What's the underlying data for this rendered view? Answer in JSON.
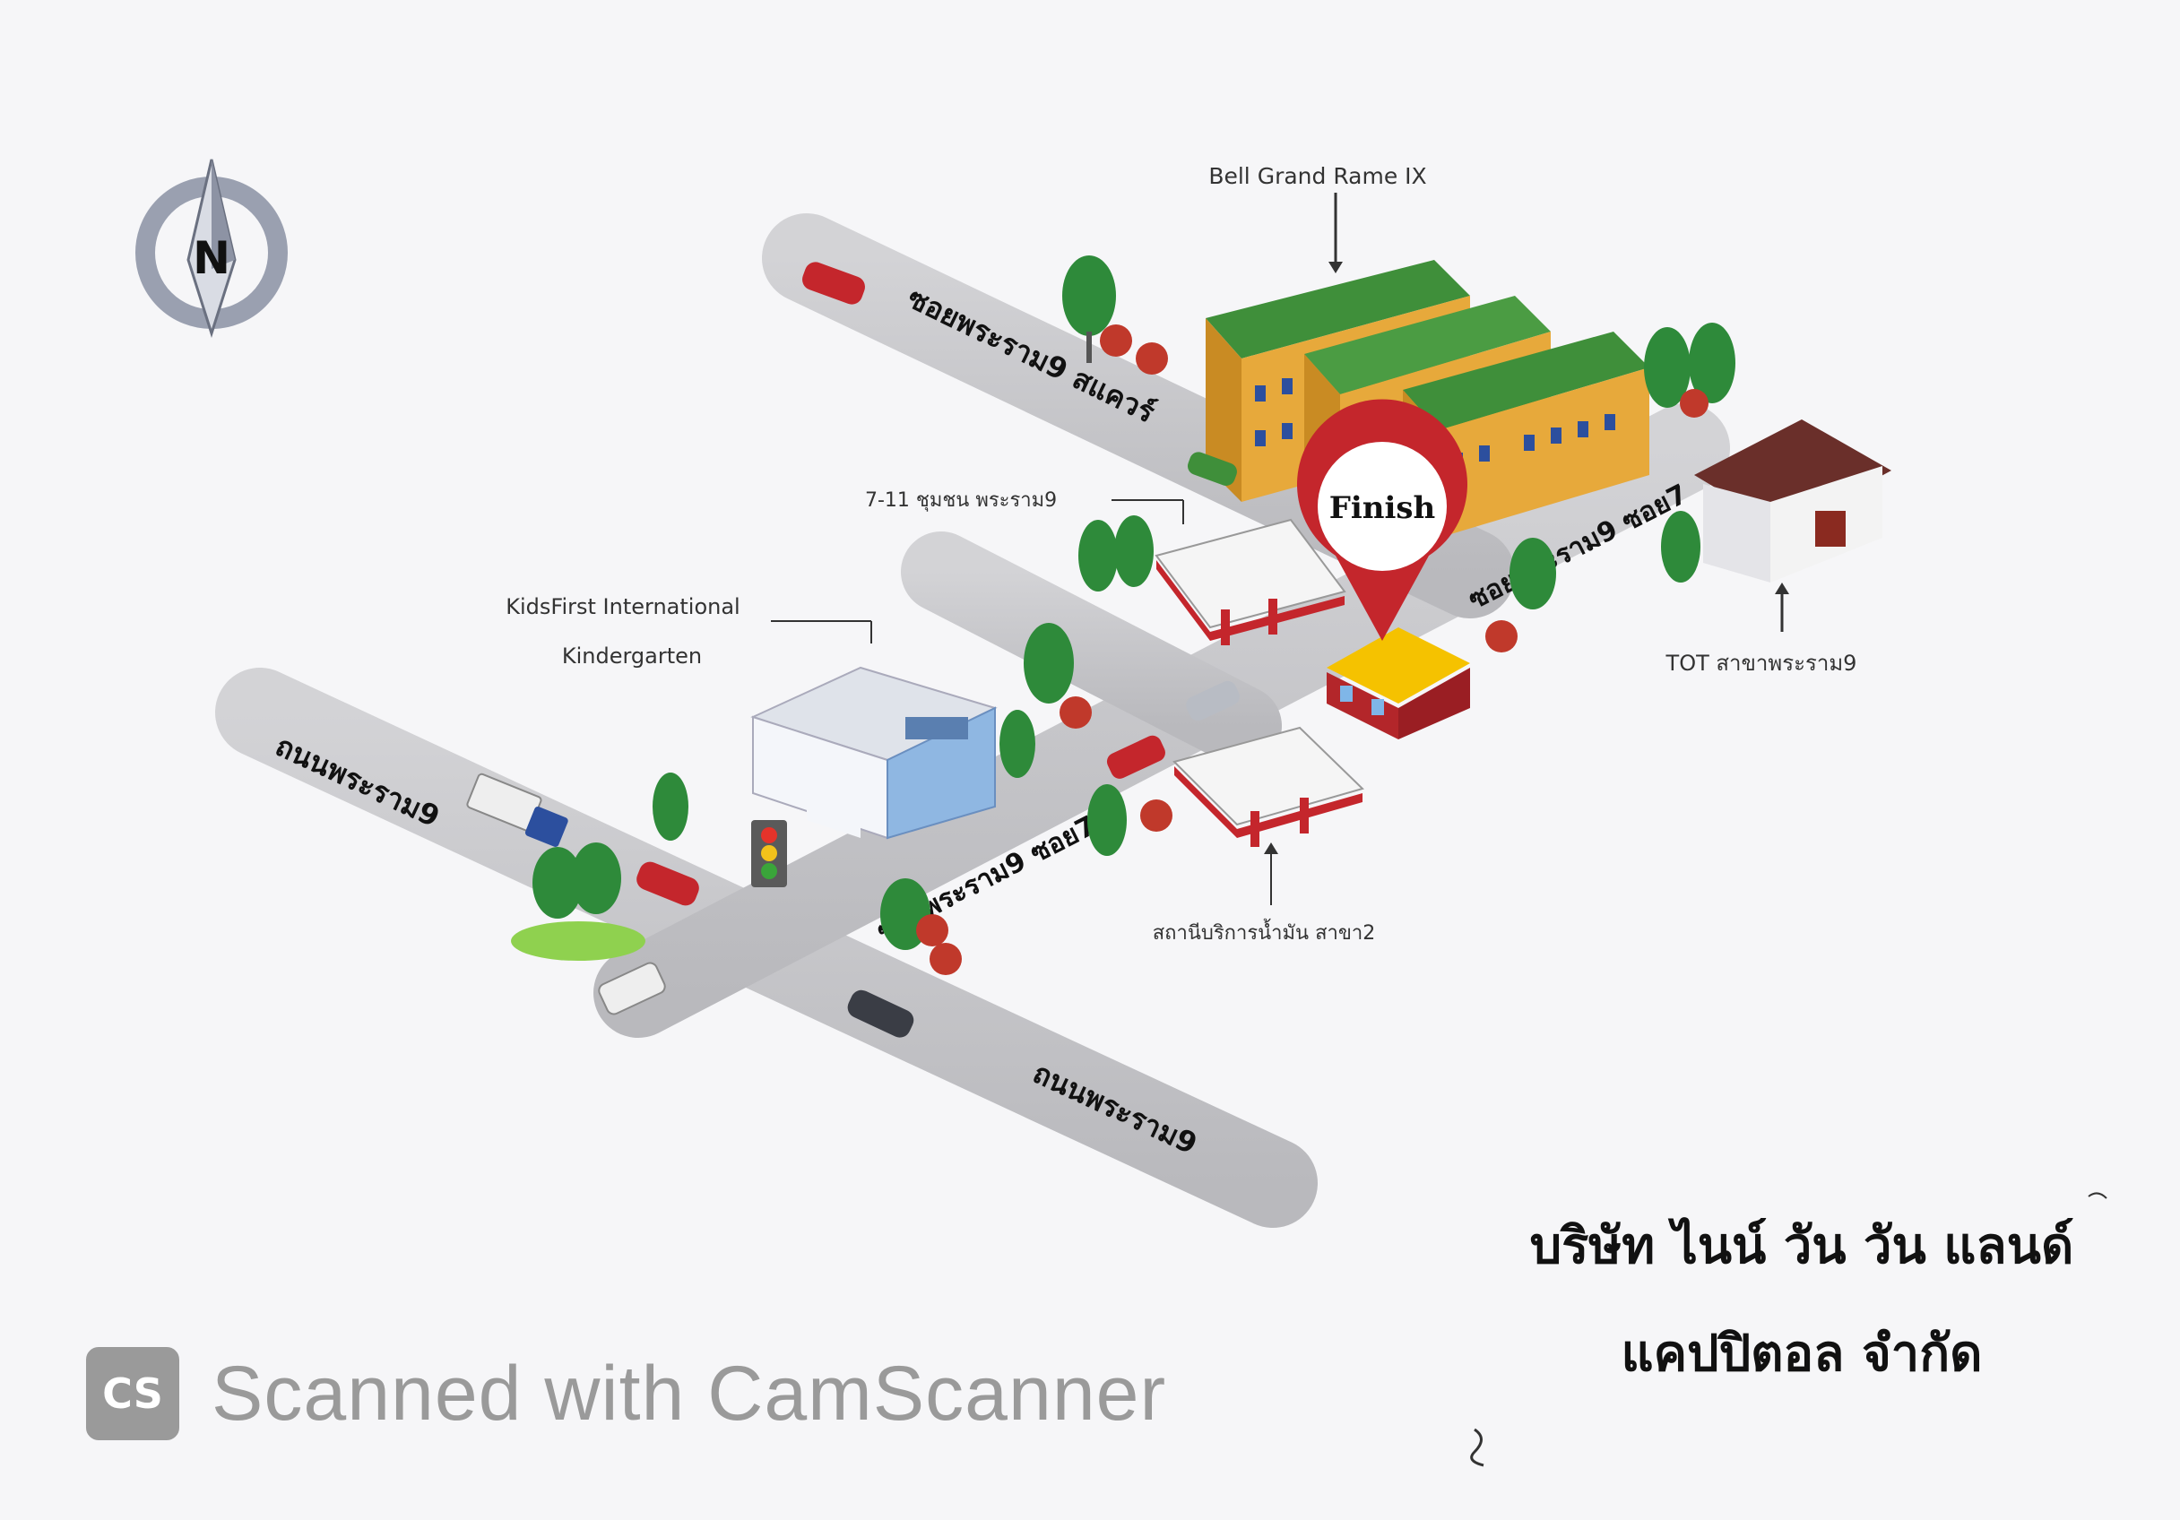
{
  "compass": {
    "letter": "N"
  },
  "roads": {
    "main_upper": "ถนนพระราม9",
    "main_lower": "ถนนพระราม9",
    "soi7_lower": "ซอยพระราม9 ซอย7",
    "soi7_upper": "ซอยพระราม9 ซอย7",
    "square": "ซอยพระราม9 สแควร์"
  },
  "landmarks": {
    "bell_grand": "Bell Grand Rame IX",
    "seven_eleven": "7-11 ชุมชน พระราม9",
    "kidsfirst_line1": "KidsFirst International",
    "kidsfirst_line2": "Kindergarten",
    "tot": "TOT สาขาพระราม9",
    "gas_station": "สถานีบริการน้ำมัน สาขา2"
  },
  "destination": {
    "label": "Finish"
  },
  "company": {
    "line1": "บริษัท ไนน์ วัน วัน แลนด์",
    "line2": "แคปปิตอล จำกัด"
  },
  "watermark": {
    "logo": "CS",
    "text": "Scanned with CamScanner"
  },
  "colors": {
    "road": "#c9c9cc",
    "pin": "#c4262c",
    "roof_green": "#3f8f3a",
    "building_yellow": "#e7a93b",
    "house_red": "#b3262a",
    "watermark_gray": "#9a9a9a"
  }
}
